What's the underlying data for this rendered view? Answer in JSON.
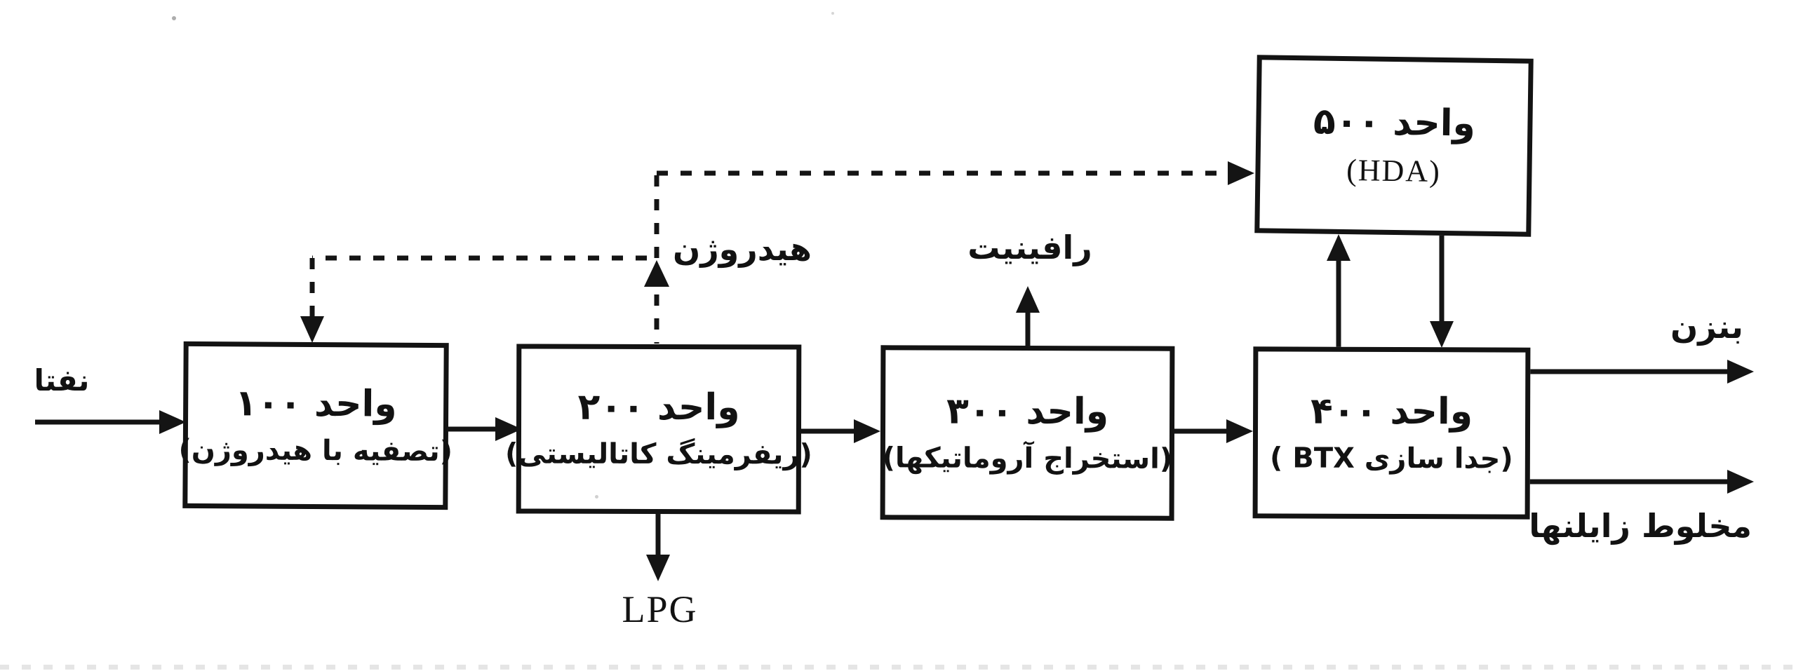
{
  "units": [
    {
      "title": "واحد ۱۰۰",
      "subtitle": "(تصفیه با هیدروژن)"
    },
    {
      "title": "واحد ۲۰۰",
      "subtitle": "(ریفرمینگ کاتالیستی)"
    },
    {
      "title": "واحد ۳۰۰",
      "subtitle": "(استخراج آروماتیکها)"
    },
    {
      "title": "واحد ۴۰۰",
      "subtitle": "(جدا سازی BTX )"
    },
    {
      "title": "واحد ۵۰۰",
      "subtitle": "(HDA)"
    }
  ],
  "streams": {
    "naphtha": "نفتا",
    "hydrogen": "هیدروژن",
    "raffinate": "رافینیت",
    "lpg": "LPG",
    "benzene": "بنزن",
    "xylenes_mixture": "مخلوط زایلنها"
  },
  "connections": [
    {
      "from": "feed",
      "to": "unit-100",
      "label": "نفتا",
      "style": "solid"
    },
    {
      "from": "unit-100",
      "to": "unit-200",
      "label": "",
      "style": "solid"
    },
    {
      "from": "unit-200",
      "to": "unit-300",
      "label": "",
      "style": "solid"
    },
    {
      "from": "unit-300",
      "to": "unit-400",
      "label": "",
      "style": "solid"
    },
    {
      "from": "unit-200",
      "to": "unit-100",
      "label": "هیدروژن",
      "style": "dashed"
    },
    {
      "from": "unit-200",
      "to": "unit-500",
      "label": "هیدروژن",
      "style": "dashed"
    },
    {
      "from": "unit-300",
      "to": "raffinate-out",
      "label": "رافینیت",
      "style": "solid"
    },
    {
      "from": "unit-200",
      "to": "lpg-out",
      "label": "LPG",
      "style": "solid"
    },
    {
      "from": "unit-400",
      "to": "unit-500",
      "label": "",
      "style": "solid"
    },
    {
      "from": "unit-500",
      "to": "unit-400",
      "label": "",
      "style": "solid"
    },
    {
      "from": "unit-400",
      "to": "benzene-out",
      "label": "بنزن",
      "style": "solid"
    },
    {
      "from": "unit-400",
      "to": "xylenes-out",
      "label": "مخلوط زایلنها",
      "style": "solid"
    }
  ],
  "colors": {
    "ink": "#141414",
    "paper": "#ffffff"
  }
}
